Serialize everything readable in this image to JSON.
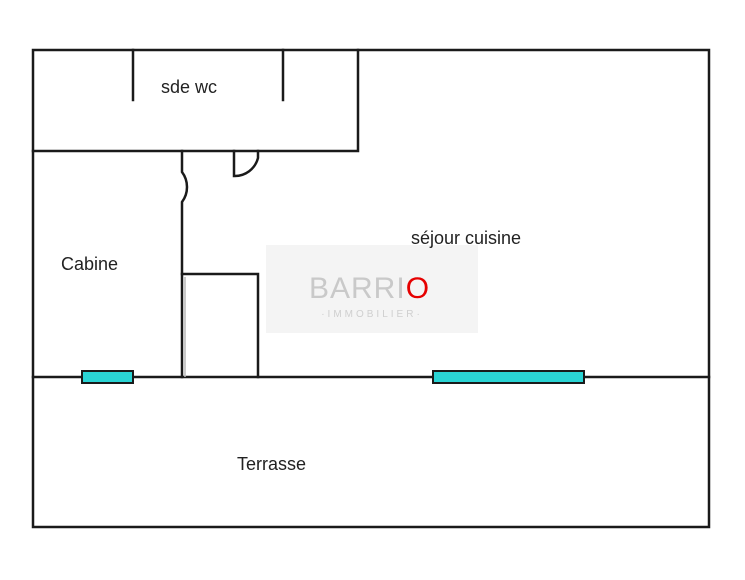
{
  "rooms": {
    "bathroom": "sde wc",
    "cabin": "Cabine",
    "living": "séjour cuisine",
    "terrace": "Terrasse"
  },
  "watermark": {
    "name_main": "BARRI",
    "name_accent": "O",
    "subtitle": "·IMMOBILIER·"
  },
  "colors": {
    "wall": "#1a1a1a",
    "window": "#2ad4d4",
    "watermark_accent": "#e60000"
  }
}
